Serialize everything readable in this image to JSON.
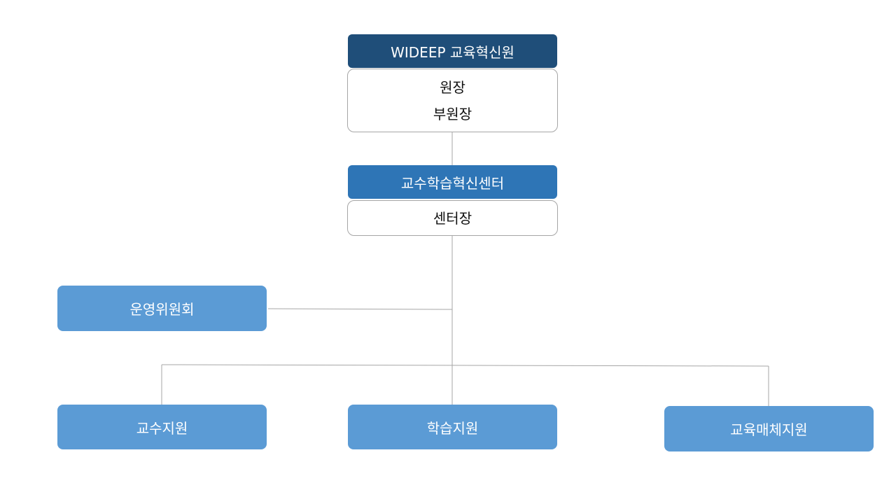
{
  "colors": {
    "top_header": "#1f4e79",
    "center_header": "#2e75b6",
    "unit_box": "#5b9bd5",
    "line": "#a6a6a6"
  },
  "institute": {
    "title": "WIDEEP 교육혁신원",
    "roles": [
      "원장",
      "부원장"
    ]
  },
  "center": {
    "title": "교수학습혁신센터",
    "role": "센터장"
  },
  "committee": {
    "label": "운영위원회"
  },
  "divisions": [
    {
      "label": "교수지원"
    },
    {
      "label": "학습지원"
    },
    {
      "label": "교육매체지원"
    }
  ]
}
